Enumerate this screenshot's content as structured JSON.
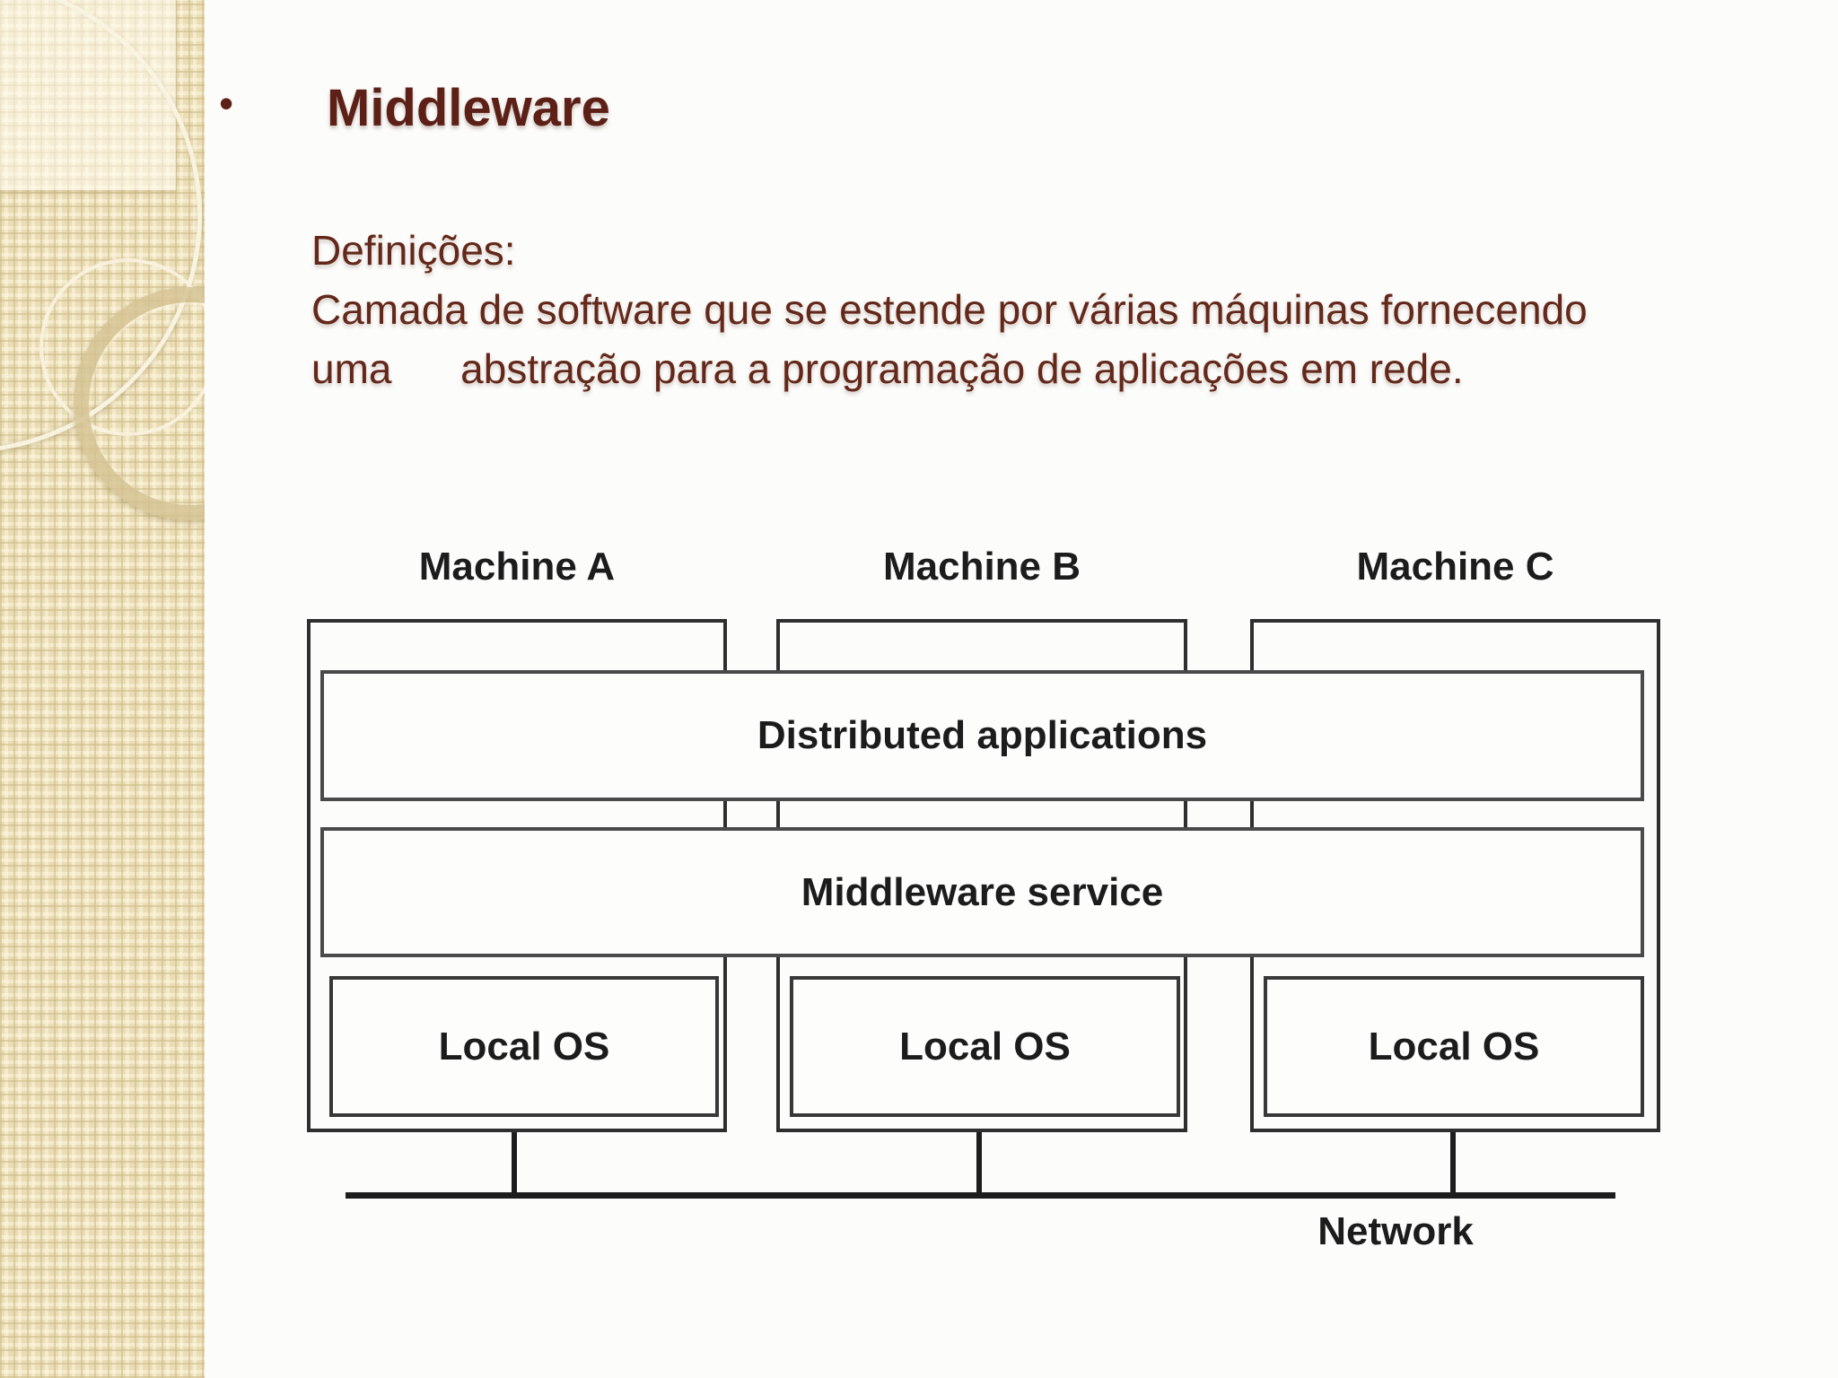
{
  "slide": {
    "bullet": "•",
    "title": "Middleware",
    "body_lines": [
      "Definições:",
      "Camada de software que se estende por várias máquinas fornecendo",
      "uma      abstração para a programação de aplicações em rede."
    ]
  },
  "diagram": {
    "machines": [
      {
        "label": "Machine A",
        "os_label": "Local OS"
      },
      {
        "label": "Machine B",
        "os_label": "Local OS"
      },
      {
        "label": "Machine C",
        "os_label": "Local OS"
      }
    ],
    "layers": {
      "applications": "Distributed applications",
      "middleware": "Middleware service"
    },
    "network_label": "Network"
  },
  "colors": {
    "title_text": "#5c2017",
    "body_text": "#63281a",
    "diagram_line": "#2e2e2e",
    "diagram_text": "#1c1c1c",
    "sidebar_base": "#eadcb4",
    "sidebar_pattern": "#cbb987",
    "sidebar_ring_cream": "#f9f3e2",
    "sidebar_ring_tan": "#d4c292",
    "background": "#fcfcfb"
  }
}
